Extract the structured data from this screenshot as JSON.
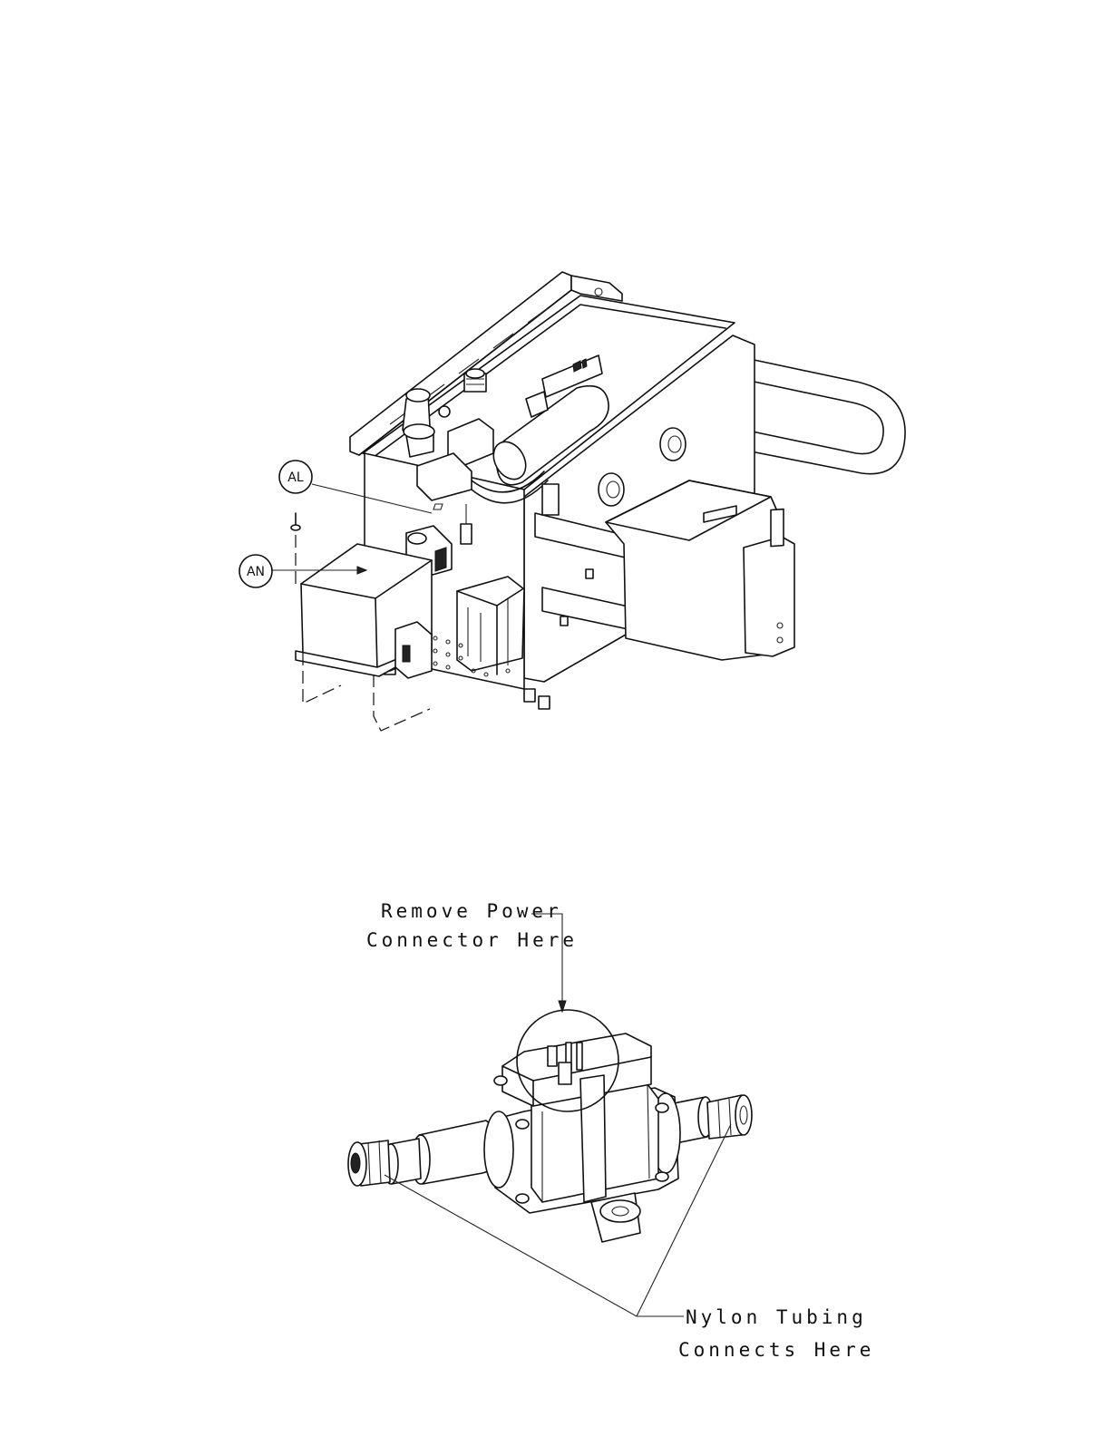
{
  "top_figure": {
    "callouts": [
      {
        "id": "AL",
        "label": "AL"
      },
      {
        "id": "AN",
        "label": "AN"
      }
    ]
  },
  "bottom_figure": {
    "power_label": [
      "Remove Power",
      "Connector Here"
    ],
    "tubing_label": [
      "Nylon Tubing",
      "Connects Here"
    ]
  }
}
